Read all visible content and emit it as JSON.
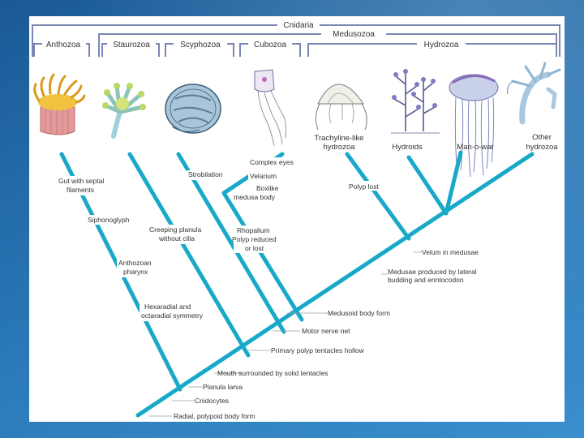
{
  "header": {
    "cnidaria": "Cnidaria",
    "medusozoa": "Medusozoa",
    "groups": [
      "Anthozoa",
      "Staurozoa",
      "Scyphozoa",
      "Cubozoa",
      "Hydrozoa"
    ]
  },
  "taxa": {
    "trachyline": [
      "Trachyline-like",
      "hydrozoa"
    ],
    "hydroids": "Hydroids",
    "manowar": "Man-o-war",
    "other": [
      "Other",
      "hydrozoa"
    ]
  },
  "characters_left": {
    "gut": [
      "Gut with septal",
      "filaments"
    ],
    "siphonoglyph": "Siphonoglyph",
    "anthozoan_pharynx": [
      "Anthozoan",
      "pharynx"
    ],
    "hexaradial": [
      "Hexaradial and",
      "octaradial symmetry"
    ],
    "strobilation": "Strobilation",
    "creeping": [
      "Creeping planula",
      "without cilia"
    ],
    "complex_eyes": "Complex eyes",
    "velarium": "Velarium",
    "boxlike": [
      "Boxlike",
      "medusa body"
    ],
    "rhopalium": [
      "Rhopalium",
      "Polyp reduced",
      "or lost"
    ],
    "polyp_lost": "Polyp lost"
  },
  "characters_trunk": {
    "velum": "Velum in medusae",
    "medusae_budding": [
      "Medusae produced by lateral",
      "budding and enntocodon"
    ],
    "medusoid": "Medusoid body form",
    "motor_nerve": "Motor nerve net",
    "primary_polyp": "Primary polyp tentacles hollow",
    "mouth": "Mouth surrounded by solid tentacles",
    "planula": "Planula larva",
    "cnidocytes": "Cnidocytes",
    "radial": "Radial, polypoid body form"
  },
  "colors": {
    "branch": "#19a9c8",
    "bracket": "#7b86b4",
    "background": "#1f65a3"
  },
  "icons": [
    "sea-anemone-icon",
    "stalked-jellyfish-icon",
    "scyphozoan-jellyfish-icon",
    "box-jellyfish-icon",
    "trachyline-medusa-icon",
    "hydroid-colony-icon",
    "man-o-war-icon",
    "other-hydrozoa-icon"
  ]
}
